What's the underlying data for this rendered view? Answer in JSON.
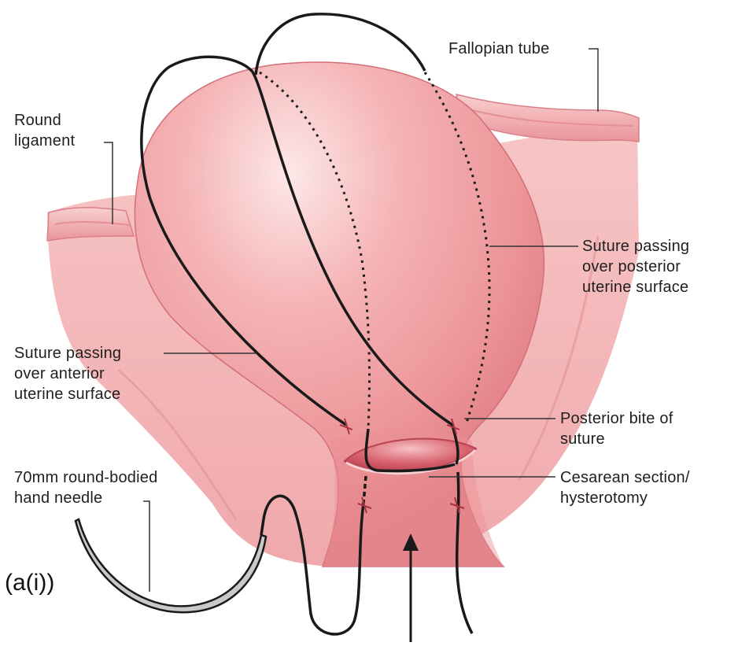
{
  "figure": {
    "panel_label": "(a(i))"
  },
  "labels": {
    "fallopian_tube": "Fallopian tube",
    "round_ligament_line1": "Round",
    "round_ligament_line2": "ligament",
    "suture_posterior_line1": "Suture passing",
    "suture_posterior_line2": "over posterior",
    "suture_posterior_line3": "uterine surface",
    "suture_anterior_line1": "Suture passing",
    "suture_anterior_line2": "over anterior",
    "suture_anterior_line3": "uterine surface",
    "posterior_bite_line1": "Posterior bite of",
    "posterior_bite_line2": "suture",
    "needle_line1": "70mm round-bodied",
    "needle_line2": "hand needle",
    "cesarean_line1": "Cesarean section/",
    "cesarean_line2": "hysterotomy"
  },
  "colors": {
    "uterus_fill": "#ee9da0",
    "uterus_highlight": "#fbe3e3",
    "uterus_shadow": "#d8707a",
    "tissue_back": "#f4b8b8",
    "suture": "#1a1a1a",
    "needle": "#c9c9c9"
  }
}
